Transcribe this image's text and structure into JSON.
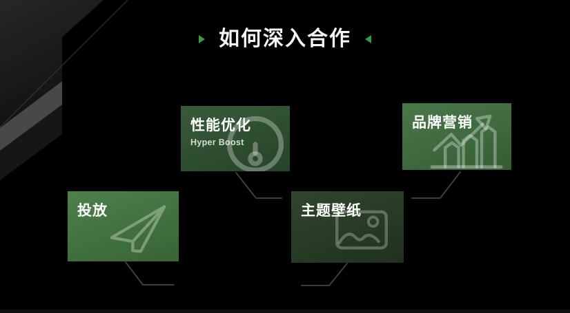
{
  "slide": {
    "title": "如何深入合作"
  },
  "cards": [
    {
      "title": "性能优化",
      "subtitle": "Hyper Boost",
      "icon": "gauge-dial-icon",
      "bg": "#2e5230"
    },
    {
      "title": "品牌营销",
      "icon": "growth-chart-icon",
      "bg": "#417140"
    },
    {
      "title": "投放",
      "icon": "paper-plane-icon",
      "bg": "#447a41"
    },
    {
      "title": "主题壁纸",
      "icon": "image-wallpaper-icon",
      "bg": "#263c23"
    }
  ],
  "colors": {
    "background": "#000000",
    "accent_green": "#3c9a40",
    "connector": "#3e3e3e",
    "title_text": "#f5f5f5"
  }
}
